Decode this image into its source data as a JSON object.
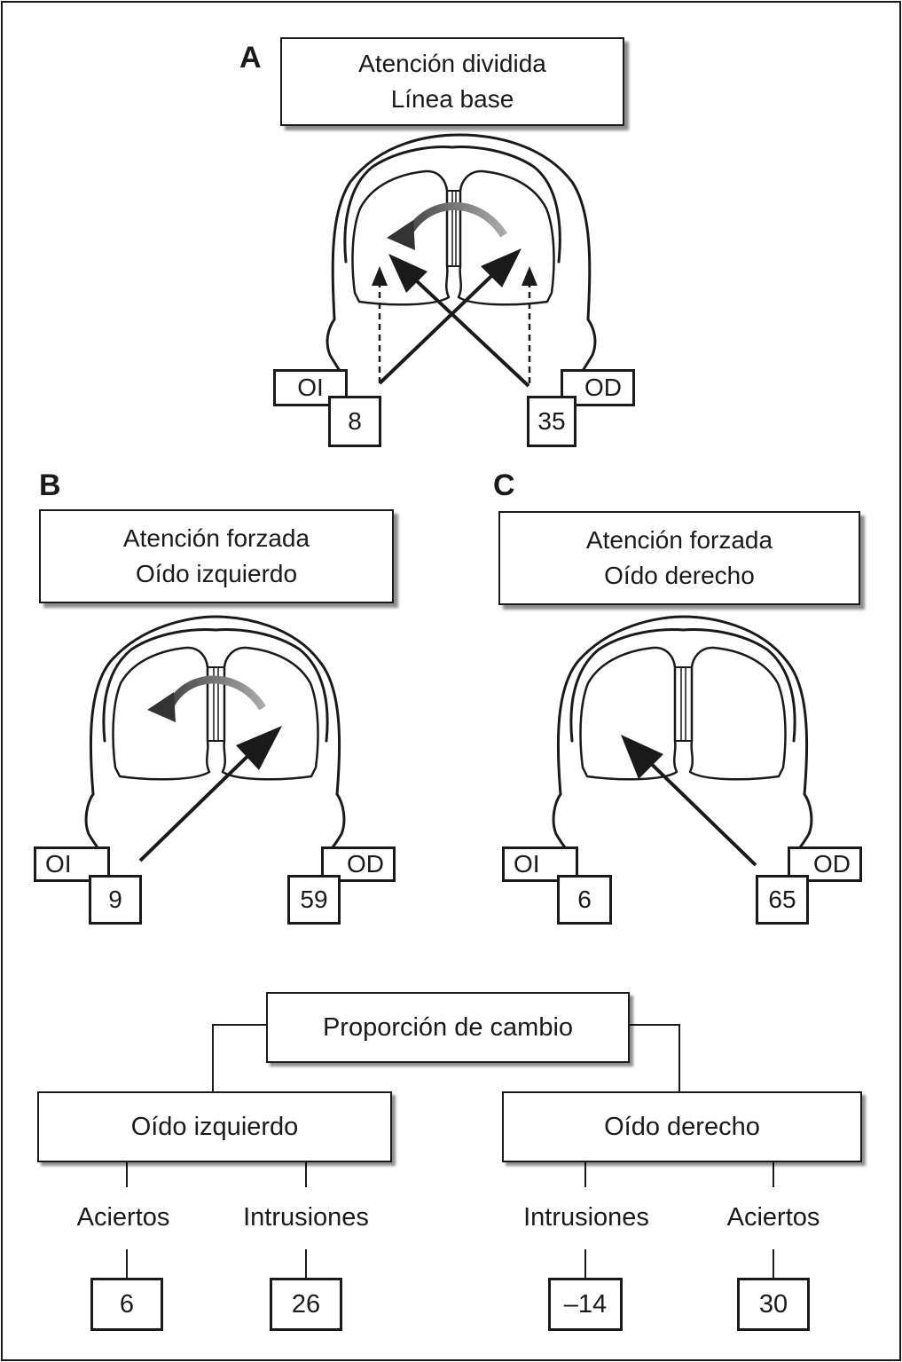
{
  "panels": {
    "a": {
      "letter": "A",
      "title_line1": "Atención dividida",
      "title_line2": "Línea base",
      "left_ear_label": "OI",
      "right_ear_label": "OD",
      "left_score": "8",
      "right_score": "35"
    },
    "b": {
      "letter": "B",
      "title_line1": "Atención forzada",
      "title_line2": "Oído izquierdo",
      "left_ear_label": "OI",
      "right_ear_label": "OD",
      "left_score": "9",
      "right_score": "59"
    },
    "c": {
      "letter": "C",
      "title_line1": "Atención forzada",
      "title_line2": "Oído derecho",
      "left_ear_label": "OI",
      "right_ear_label": "OD",
      "left_score": "6",
      "right_score": "65"
    }
  },
  "change_tree": {
    "root": "Proporción de cambio",
    "left_branch": {
      "label": "Oído izquierdo",
      "items": [
        {
          "label": "Aciertos",
          "value": "6"
        },
        {
          "label": "Intrusiones",
          "value": "26"
        }
      ]
    },
    "right_branch": {
      "label": "Oído derecho",
      "items": [
        {
          "label": "Intrusiones",
          "value": "–14"
        },
        {
          "label": "Aciertos",
          "value": "30"
        }
      ]
    }
  },
  "colors": {
    "ink": "#1a1a1a",
    "shadow": "#777777",
    "background": "#ffffff"
  }
}
